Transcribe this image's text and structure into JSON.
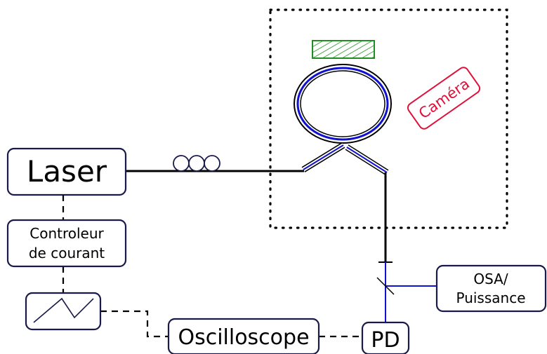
{
  "diagram": {
    "laser_label": "Laser",
    "controller_label_line1": "Controleur",
    "controller_label_line2": "de courant",
    "oscilloscope_label": "Oscilloscope",
    "pd_label": "PD",
    "osa_label_line1": "OSA/",
    "osa_label_line2": "Puissance",
    "camera_label": "Caméra"
  },
  "colors": {
    "resonator_blue": "#1010d0",
    "camera_red": "#e0103a",
    "pzt_green": "#1f8f1f",
    "box_stroke": "#1a1a4a"
  },
  "icons": {
    "fiber_polarization_loops": "three-loop-coil-icon",
    "function_generator": "triangle-wave-icon",
    "hatched_element": "hatched-rectangle-icon",
    "beam_splitter": "beam-splitter-icon"
  }
}
